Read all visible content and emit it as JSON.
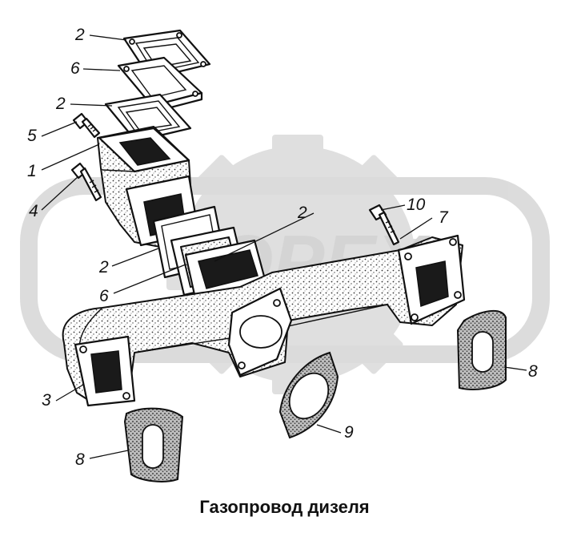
{
  "caption": "Газопровод дизеля",
  "callouts": {
    "c2a": "2",
    "c6a": "6",
    "c2b": "2",
    "c5": "5",
    "c1": "1",
    "c4": "4",
    "c2c": "2",
    "c2d": "2",
    "c6b": "6",
    "c10": "10",
    "c7": "7",
    "c3": "3",
    "c8a": "8",
    "c9": "9",
    "c8b": "8"
  },
  "watermark": {
    "text": "ОРЕХ",
    "color": "#d4d4d4"
  }
}
